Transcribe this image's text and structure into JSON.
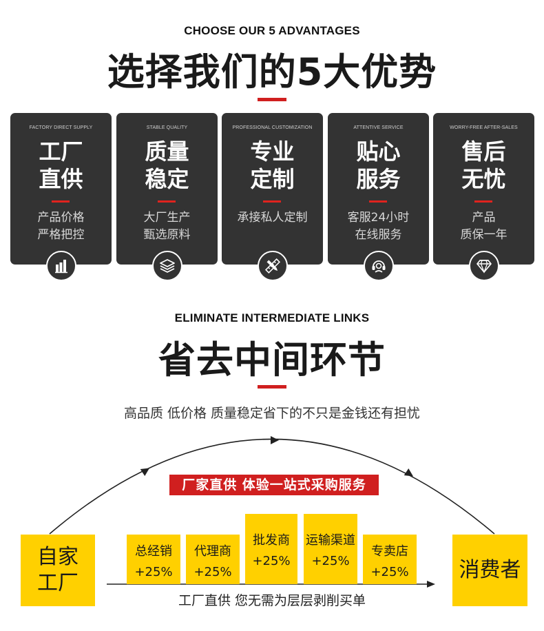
{
  "section1": {
    "en_title": "CHOOSE OUR 5 ADVANTAGES",
    "zh_title": "选择我们的5大优势",
    "cards": [
      {
        "en": "FACTORY DIRECT SUPPLY",
        "title1": "工厂",
        "title2": "直供",
        "desc1": "产品价格",
        "desc2": "严格把控",
        "icon": "factory-building-icon"
      },
      {
        "en": "STABLE QUALITY",
        "title1": "质量",
        "title2": "稳定",
        "desc1": "大厂生产",
        "desc2": "甄选原料",
        "icon": "layers-icon"
      },
      {
        "en": "PROFESSIONAL CUSTOMIZATION",
        "title1": "专业",
        "title2": "定制",
        "desc1": "承接私人定制",
        "desc2": "",
        "icon": "ruler-pencil-icon"
      },
      {
        "en": "ATTENTIVE SERVICE",
        "title1": "贴心",
        "title2": "服务",
        "desc1": "客服24小时",
        "desc2": "在线服务",
        "icon": "headset-icon"
      },
      {
        "en": "WORRY-FREE AFTER-SALES",
        "title1": "售后",
        "title2": "无忧",
        "desc1": "产品",
        "desc2": "质保一年",
        "icon": "diamond-icon"
      }
    ]
  },
  "section2": {
    "en_title": "ELIMINATE INTERMEDIATE LINKS",
    "zh_title": "省去中间环节",
    "subtitle": "高品质 低价格 质量稳定省下的不只是金钱还有担忧",
    "banner": "厂家直供 体验一站式采购服务",
    "origin": {
      "line1": "自家",
      "line2": "工厂"
    },
    "destination": "消费者",
    "middlemen": [
      {
        "name": "总经销",
        "markup": "+25%"
      },
      {
        "name": "代理商",
        "markup": "+25%"
      },
      {
        "name": "批发商",
        "markup": "+25%"
      },
      {
        "name": "运输渠道",
        "markup": "+25%"
      },
      {
        "name": "专卖店",
        "markup": "+25%"
      }
    ],
    "bottom_text": "工厂直供 您无需为层层剥削买单"
  },
  "colors": {
    "accent_red": "#d01f1f",
    "card_bg": "#333333",
    "box_yellow": "#ffd000"
  }
}
